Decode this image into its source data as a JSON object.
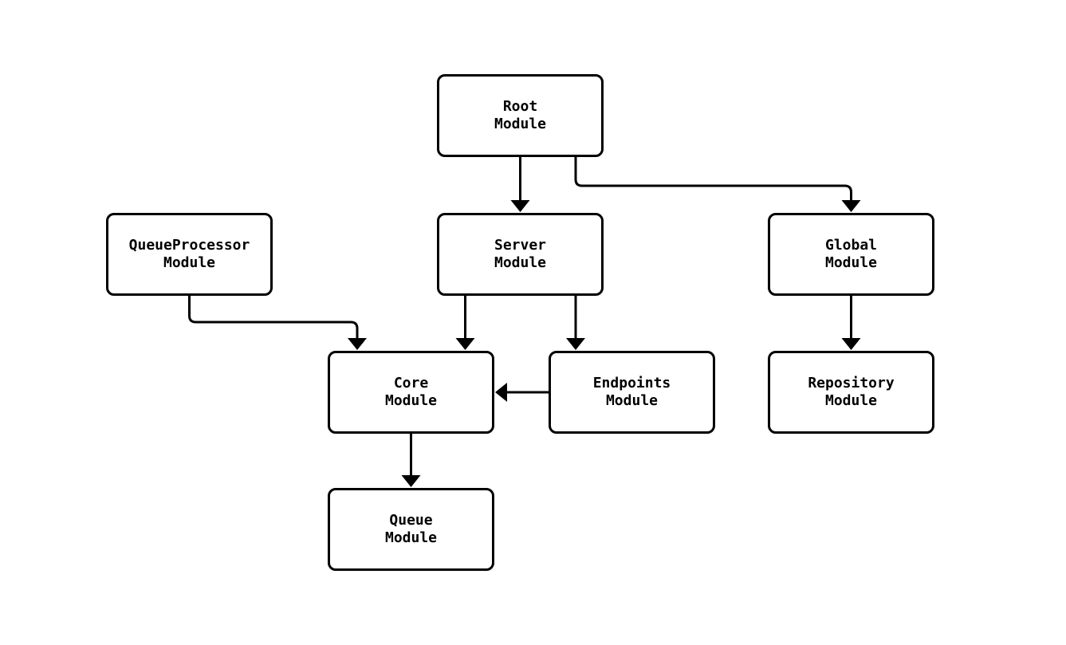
{
  "diagram": {
    "type": "module-dependency-flowchart",
    "colors": {
      "background": "#ffffff",
      "node_fill": "#ffffff",
      "node_border": "#000000",
      "edge_stroke": "#000000",
      "text": "#000000"
    },
    "nodes": {
      "root": {
        "label": "Root\nModule"
      },
      "queueprocessor": {
        "label": "QueueProcessor\nModule"
      },
      "server": {
        "label": "Server\nModule"
      },
      "global": {
        "label": "Global\nModule"
      },
      "core": {
        "label": "Core\nModule"
      },
      "endpoints": {
        "label": "Endpoints\nModule"
      },
      "repository": {
        "label": "Repository\nModule"
      },
      "queue": {
        "label": "Queue\nModule"
      }
    },
    "edges": [
      {
        "from": "Root Module",
        "to": "Server Module"
      },
      {
        "from": "Root Module",
        "to": "Global Module"
      },
      {
        "from": "QueueProcessor Module",
        "to": "Core Module"
      },
      {
        "from": "Server Module",
        "to": "Core Module"
      },
      {
        "from": "Server Module",
        "to": "Endpoints Module"
      },
      {
        "from": "Global Module",
        "to": "Repository Module"
      },
      {
        "from": "Endpoints Module",
        "to": "Core Module"
      },
      {
        "from": "Core Module",
        "to": "Queue Module"
      }
    ]
  }
}
